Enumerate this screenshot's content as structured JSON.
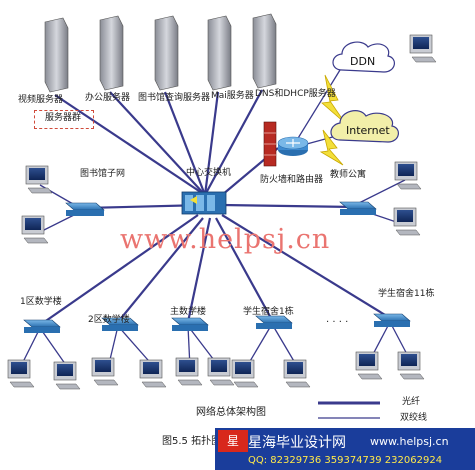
{
  "servers": [
    "视频服务器",
    "办公服务器",
    "图书馆查询服务器",
    "Mai服务器",
    "DNS和DHCP服务器"
  ],
  "server_group": "服务器群",
  "clouds": {
    "ddn": "DDN",
    "internet": "Internet"
  },
  "firewall_label": "防火墙和路由器",
  "core_switch": "中心交换机",
  "library_subnet": "图书馆子网",
  "teacher_apartment": "教师公寓",
  "buildings": [
    "1区数学楼",
    "2区数学楼",
    "主数学楼",
    "学生宿舍1栋",
    "学生宿舍11栋"
  ],
  "ellipsis": "· · · ·",
  "watermark": "www.helpsj.cn",
  "diagram_title": "网络总体架构图",
  "legend": {
    "fiber": "光纤",
    "twisted_pair": "双绞线"
  },
  "figure_caption": "图5.5 拓扑图",
  "red_tag": "星",
  "banner": {
    "name": "星海毕业设计网",
    "url": "www.helpsj.cn",
    "qq": "QQ: 82329736  359374739  232062924"
  }
}
